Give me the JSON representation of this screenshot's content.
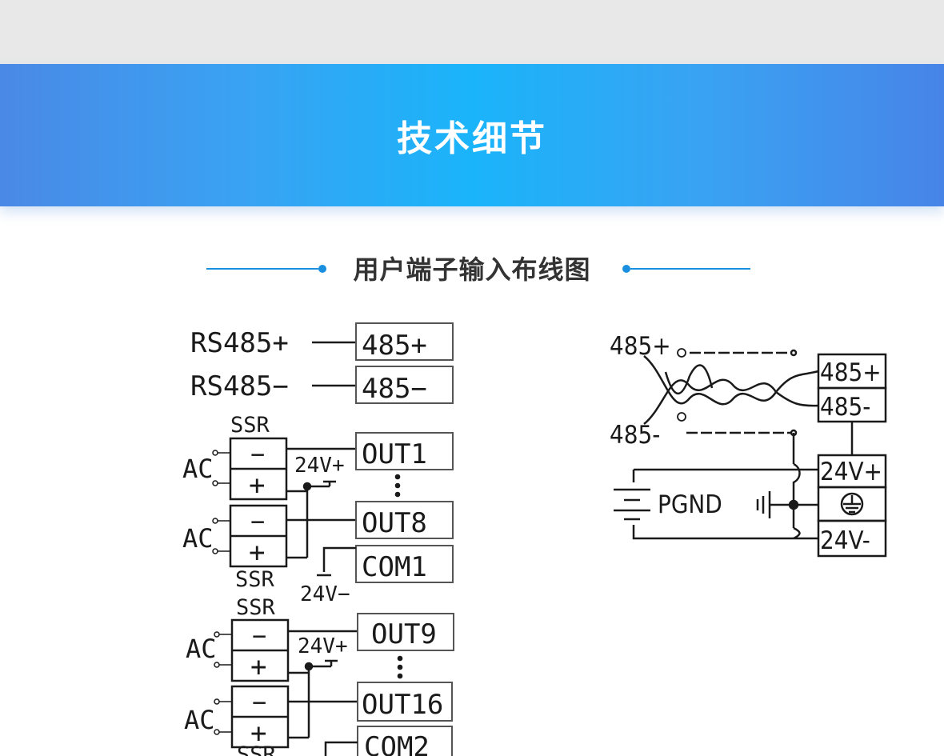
{
  "header": {
    "title": "技术细节"
  },
  "section": {
    "title": "用户端子输入布线图"
  },
  "left_diagram": {
    "rs485_plus": "RS485+",
    "rs485_minus": "RS485−",
    "term_485_plus": "485+",
    "term_485_minus": "485−",
    "ssr": "SSR",
    "ac": "AC",
    "minus": "−",
    "plus": "+",
    "v24_plus": "24V+",
    "v24_minus": "24V−",
    "out1": "OUT1",
    "out8": "OUT8",
    "com1": "COM1",
    "out9": "OUT9",
    "out16": "OUT16",
    "com2": "COM2"
  },
  "right_diagram": {
    "wire_485_plus": "485+",
    "wire_485_minus": "485-",
    "term_485_plus": "485+",
    "term_485_minus": "485-",
    "term_24v_plus": "24V+",
    "term_24v_minus": "24V-",
    "pgnd": "PGND"
  },
  "colors": {
    "accent": "#1a8fe0",
    "banner_center": "#1ab4fa",
    "banner_edge": "#4a89e6"
  }
}
